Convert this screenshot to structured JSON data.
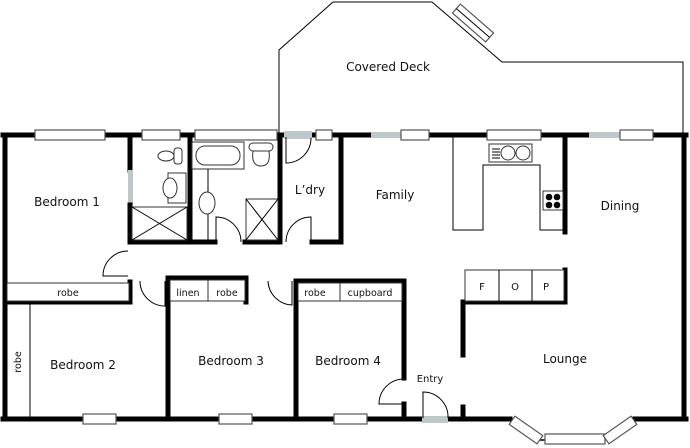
{
  "title": "Floor plan",
  "rooms": {
    "covered_deck": "Covered Deck",
    "bedroom1": "Bedroom 1",
    "laundry": "L’dry",
    "family": "Family",
    "dining": "Dining",
    "bedroom2": "Bedroom 2",
    "bedroom3": "Bedroom 3",
    "bedroom4": "Bedroom 4",
    "entry": "Entry",
    "lounge": "Lounge"
  },
  "storage": {
    "robe_bed1": "robe",
    "linen": "linen",
    "robe_bed3": "robe",
    "robe_bed4": "robe",
    "cupboard": "cupboard",
    "robe_bed2": "robe"
  },
  "kitchen_appliances": {
    "fridge": "F",
    "oven": "O",
    "pantry": "P"
  }
}
